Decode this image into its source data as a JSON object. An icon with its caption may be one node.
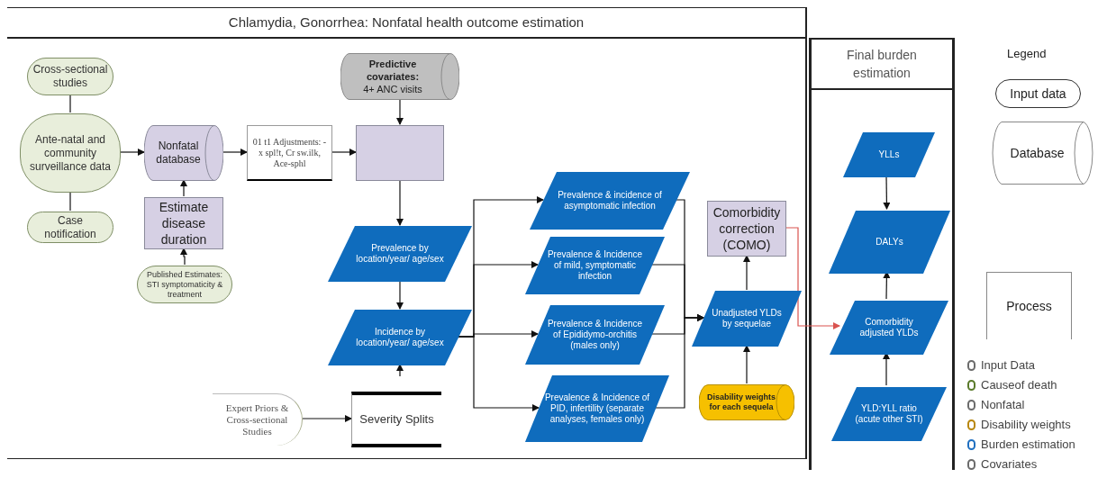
{
  "diagram": {
    "nodes": [
      {
        "text": [
          "Chlamydia, Gonorrhea: Nonfatal health outcome estimation"
        ]
      },
      {
        "text": [
          "Cross-sectional studies"
        ],
        "in": 0
      },
      {
        "text": [
          "Ante-natal and community surveillance data"
        ],
        "in": 0
      },
      {
        "text": [
          "Case notification"
        ],
        "in": 0
      },
      {
        "text": [
          "Nonfatal database"
        ],
        "in": 0
      },
      {
        "text": [
          "Estimate disease duration"
        ],
        "in": 0
      },
      {
        "text": [
          "Published Estimates: STI symptomaticity & treatment"
        ],
        "in": 0
      },
      {
        "text": [
          "01 t1 Adjustments: -x spl!t, Cr sw.ilk, Ace-sphl"
        ],
        "in": 0
      },
      {
        "text": [
          "Predictive covariates:",
          "4+ ANC visits"
        ],
        "in": 0
      },
      {
        "text": [],
        "shape": "box",
        "in": 0
      },
      {
        "text": [
          "Prevalence by location/year/ age/sex"
        ],
        "in": 0
      },
      {
        "text": [
          "Incidence by location/year/ age/sex"
        ],
        "in": 0
      },
      {
        "text": [
          "Expert Priors & Cross-sectional Studies"
        ],
        "in": 0
      },
      {
        "text": [
          "Severity Splits"
        ],
        "in": 0
      },
      {
        "text": [
          "Prevalence & incidence of asymptomatic infection"
        ],
        "in": 0
      },
      {
        "text": [
          "Prevalence & Incidence of mild, symptomatic infection"
        ],
        "in": 0
      },
      {
        "text": [
          "Prevalence & Incidence of Epididymo-orchitis (males only)"
        ],
        "in": 0
      },
      {
        "text": [
          "Prevalence & Incidence of PID, infertility (separate analyses, females only)"
        ],
        "in": 0
      },
      {
        "text": [
          "Comorbidity correction (COMO)"
        ],
        "in": 0
      },
      {
        "text": [
          "Unadjusted YLDs by sequelae"
        ],
        "in": 0
      },
      {
        "text": [
          "Disability weights for each sequela"
        ],
        "in": 0
      },
      {
        "text": [
          "Final burden estimation"
        ]
      },
      {
        "text": [
          "YLLs"
        ],
        "in": 21
      },
      {
        "text": [
          "DALYs"
        ],
        "in": 21
      },
      {
        "text": [
          "Comorbidity adjusted YLDs"
        ],
        "in": 21
      },
      {
        "text": [
          "YLD:YLL ratio (acute other STI)"
        ],
        "in": 21
      }
    ],
    "edges": [
      {
        "from": 1,
        "to": 2,
        "arrow": "none"
      },
      {
        "from": 2,
        "to": 3,
        "arrow": "none"
      },
      {
        "from": 2,
        "to": 4,
        "arrow": "to"
      },
      {
        "from": 5,
        "to": 4,
        "arrow": "to"
      },
      {
        "from": 6,
        "to": 5,
        "arrow": "to"
      },
      {
        "from": 4,
        "to": 7,
        "arrow": "to"
      },
      {
        "from": 7,
        "to": 9,
        "arrow": "to"
      },
      {
        "from": 8,
        "to": 9,
        "arrow": "to"
      },
      {
        "from": 9,
        "to": 10,
        "arrow": "to"
      },
      {
        "from": 10,
        "to": 11,
        "arrow": "to"
      },
      {
        "from": null,
        "to": 11,
        "arrow": "to"
      },
      {
        "from": 12,
        "to": 13,
        "arrow": "to"
      },
      {
        "from": 11,
        "to": 14,
        "arrow": "to"
      },
      {
        "from": 11,
        "to": 15,
        "arrow": "to"
      },
      {
        "from": 11,
        "to": 16,
        "arrow": "to"
      },
      {
        "from": 11,
        "to": 17,
        "arrow": "to"
      },
      {
        "from": 14,
        "to": 19,
        "arrow": "to"
      },
      {
        "from": 15,
        "to": 19,
        "arrow": "to"
      },
      {
        "from": 16,
        "to": 19,
        "arrow": "to"
      },
      {
        "from": 17,
        "to": 19,
        "arrow": "to"
      },
      {
        "from": 19,
        "to": 18,
        "arrow": "to"
      },
      {
        "from": 20,
        "to": 19,
        "arrow": "to"
      },
      {
        "from": 18,
        "to": 24,
        "arrow": "to",
        "color": "#d9534f"
      },
      {
        "from": 22,
        "to": 23,
        "arrow": "to"
      },
      {
        "from": 24,
        "to": 23,
        "arrow": "to"
      },
      {
        "from": 25,
        "to": 24,
        "arrow": "to"
      }
    ],
    "labels": [
      "Legend"
    ],
    "legend": [
      {
        "text": "Input data"
      },
      {
        "text": "Database"
      },
      {
        "text": "Process"
      },
      {
        "text": "Input Data",
        "color": "#6b6b6b"
      },
      {
        "text": "Causeof death",
        "color": "#5a7a2a"
      },
      {
        "text": "Nonfatal",
        "color": "#6b6b6b"
      },
      {
        "text": "Disability weights",
        "color": "#b8860b"
      },
      {
        "text": "Burden estimation",
        "color": "#1f6fc0"
      },
      {
        "text": "Covariates",
        "color": "#6b6b6b"
      }
    ]
  }
}
